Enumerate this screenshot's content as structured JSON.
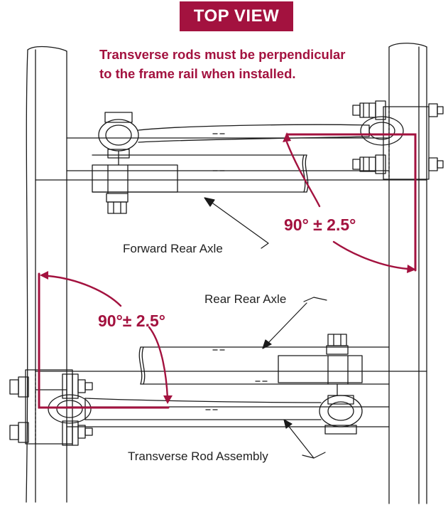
{
  "view_title": "TOP VIEW",
  "note": "Transverse rods must be perpendicular\nto the frame rail when installed.",
  "angles": {
    "upper": "90° ± 2.5°",
    "lower": "90°± 2.5°"
  },
  "labels": {
    "forward_rear_axle": "Forward Rear Axle",
    "rear_rear_axle": "Rear Rear Axle",
    "transverse_rod_assembly": "Transverse Rod Assembly"
  },
  "colors": {
    "accent": "#a3123f",
    "line": "#1a1a1a",
    "background": "#ffffff"
  }
}
